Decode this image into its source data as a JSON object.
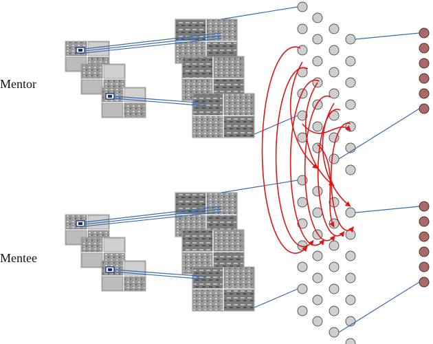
{
  "labels": {
    "mentor": "Mentor",
    "mentee": "Mentee"
  },
  "colors": {
    "background": "#ffffff",
    "connection_line": "#3a6bb0",
    "mentor_link_arrows": "#e01515",
    "hidden_neuron": "#cfcfcf",
    "output_neuron": "#a86a66"
  },
  "structure": {
    "networks": [
      "mentor",
      "mentee"
    ],
    "input_image_stacks_per_network": 3,
    "feature_map_stacks_per_network": 3,
    "hidden_neuron_columns": 4,
    "output_neurons_per_network": 6
  }
}
